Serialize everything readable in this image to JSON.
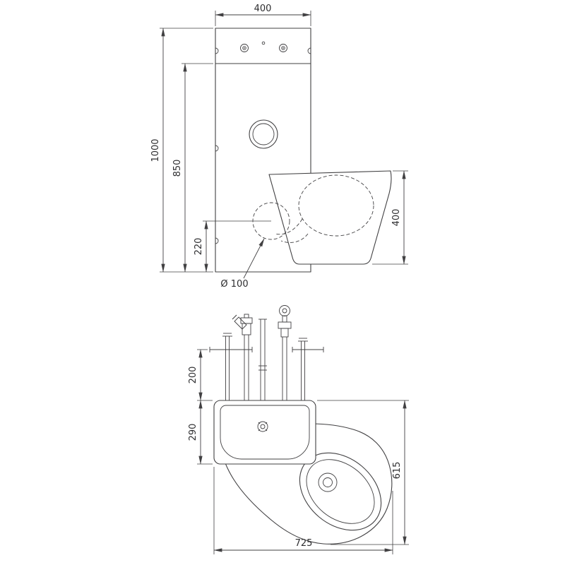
{
  "drawing": {
    "kind": "sanitary-unit technical drawing, elevation and plan views"
  },
  "colors": {
    "line": "#414042",
    "text": "#2d2d2f",
    "background": "#ffffff"
  },
  "elevation": {
    "dim_width_top": "400",
    "dim_height_total": "1000",
    "dim_height_panel": "850",
    "dim_height_outlet": "220",
    "dim_height_bowl": "400",
    "outlet_diameter": "Ø 100"
  },
  "plan": {
    "dim_fittings_depth": "200",
    "dim_basin_depth": "290",
    "dim_total_depth": "615",
    "dim_total_width": "725"
  }
}
